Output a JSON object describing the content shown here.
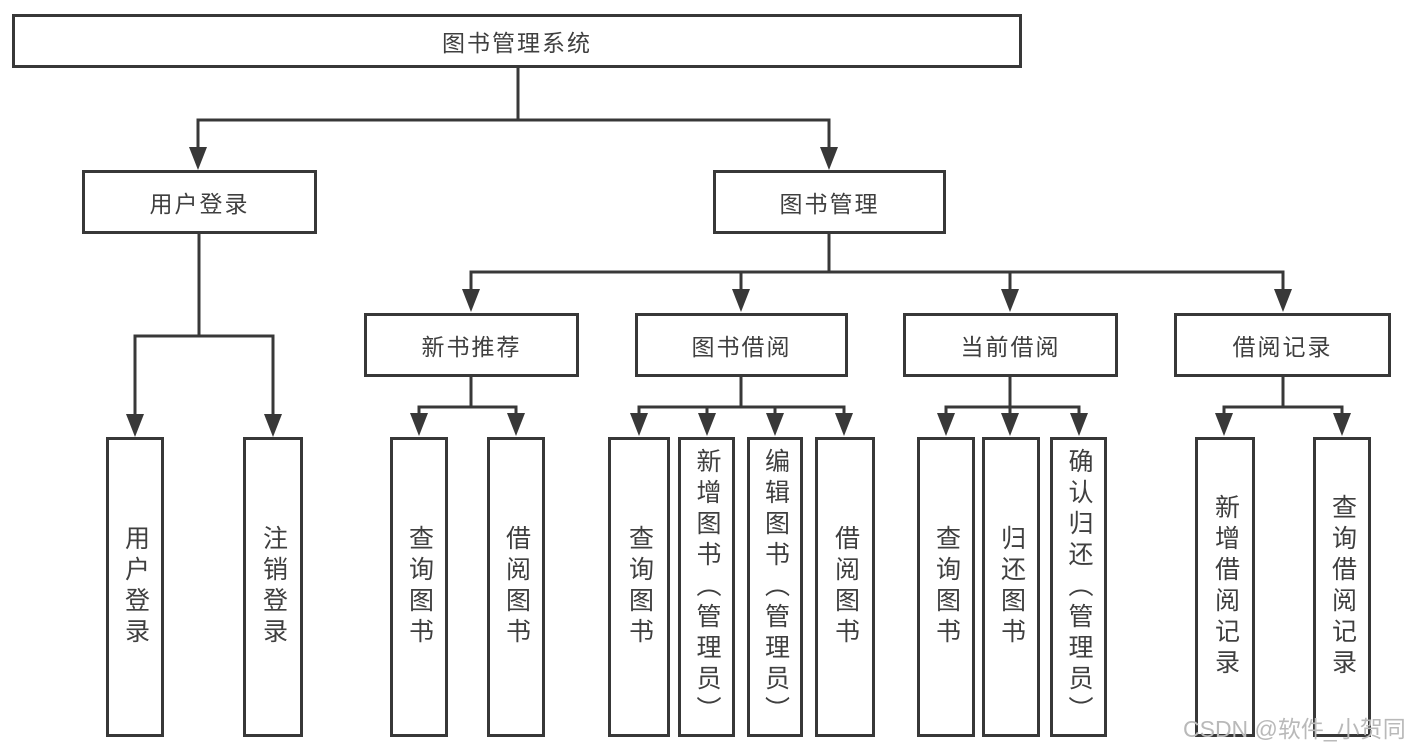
{
  "diagram": {
    "root": {
      "label": "图书管理系统"
    },
    "branches": [
      {
        "label": "用户登录",
        "children": [
          {
            "label": "用户登录"
          },
          {
            "label": "注销登录"
          }
        ]
      },
      {
        "label": "图书管理",
        "children": [
          {
            "label": "新书推荐",
            "children": [
              {
                "label": "查询图书"
              },
              {
                "label": "借阅图书"
              }
            ]
          },
          {
            "label": "图书借阅",
            "children": [
              {
                "label": "查询图书"
              },
              {
                "label": "新增图书（管理员）"
              },
              {
                "label": "编辑图书（管理员）"
              },
              {
                "label": "借阅图书"
              }
            ]
          },
          {
            "label": "当前借阅",
            "children": [
              {
                "label": "查询图书"
              },
              {
                "label": "归还图书"
              },
              {
                "label": "确认归还（管理员）"
              }
            ]
          },
          {
            "label": "借阅记录",
            "children": [
              {
                "label": "新增借阅记录"
              },
              {
                "label": "查询借阅记录"
              }
            ]
          }
        ]
      }
    ],
    "watermark": "CSDN @软件_小贺同学",
    "colors": {
      "line": "#383838",
      "text": "#3f3f3f",
      "watermark": "#b9b9b9",
      "background": "#ffffff"
    }
  }
}
